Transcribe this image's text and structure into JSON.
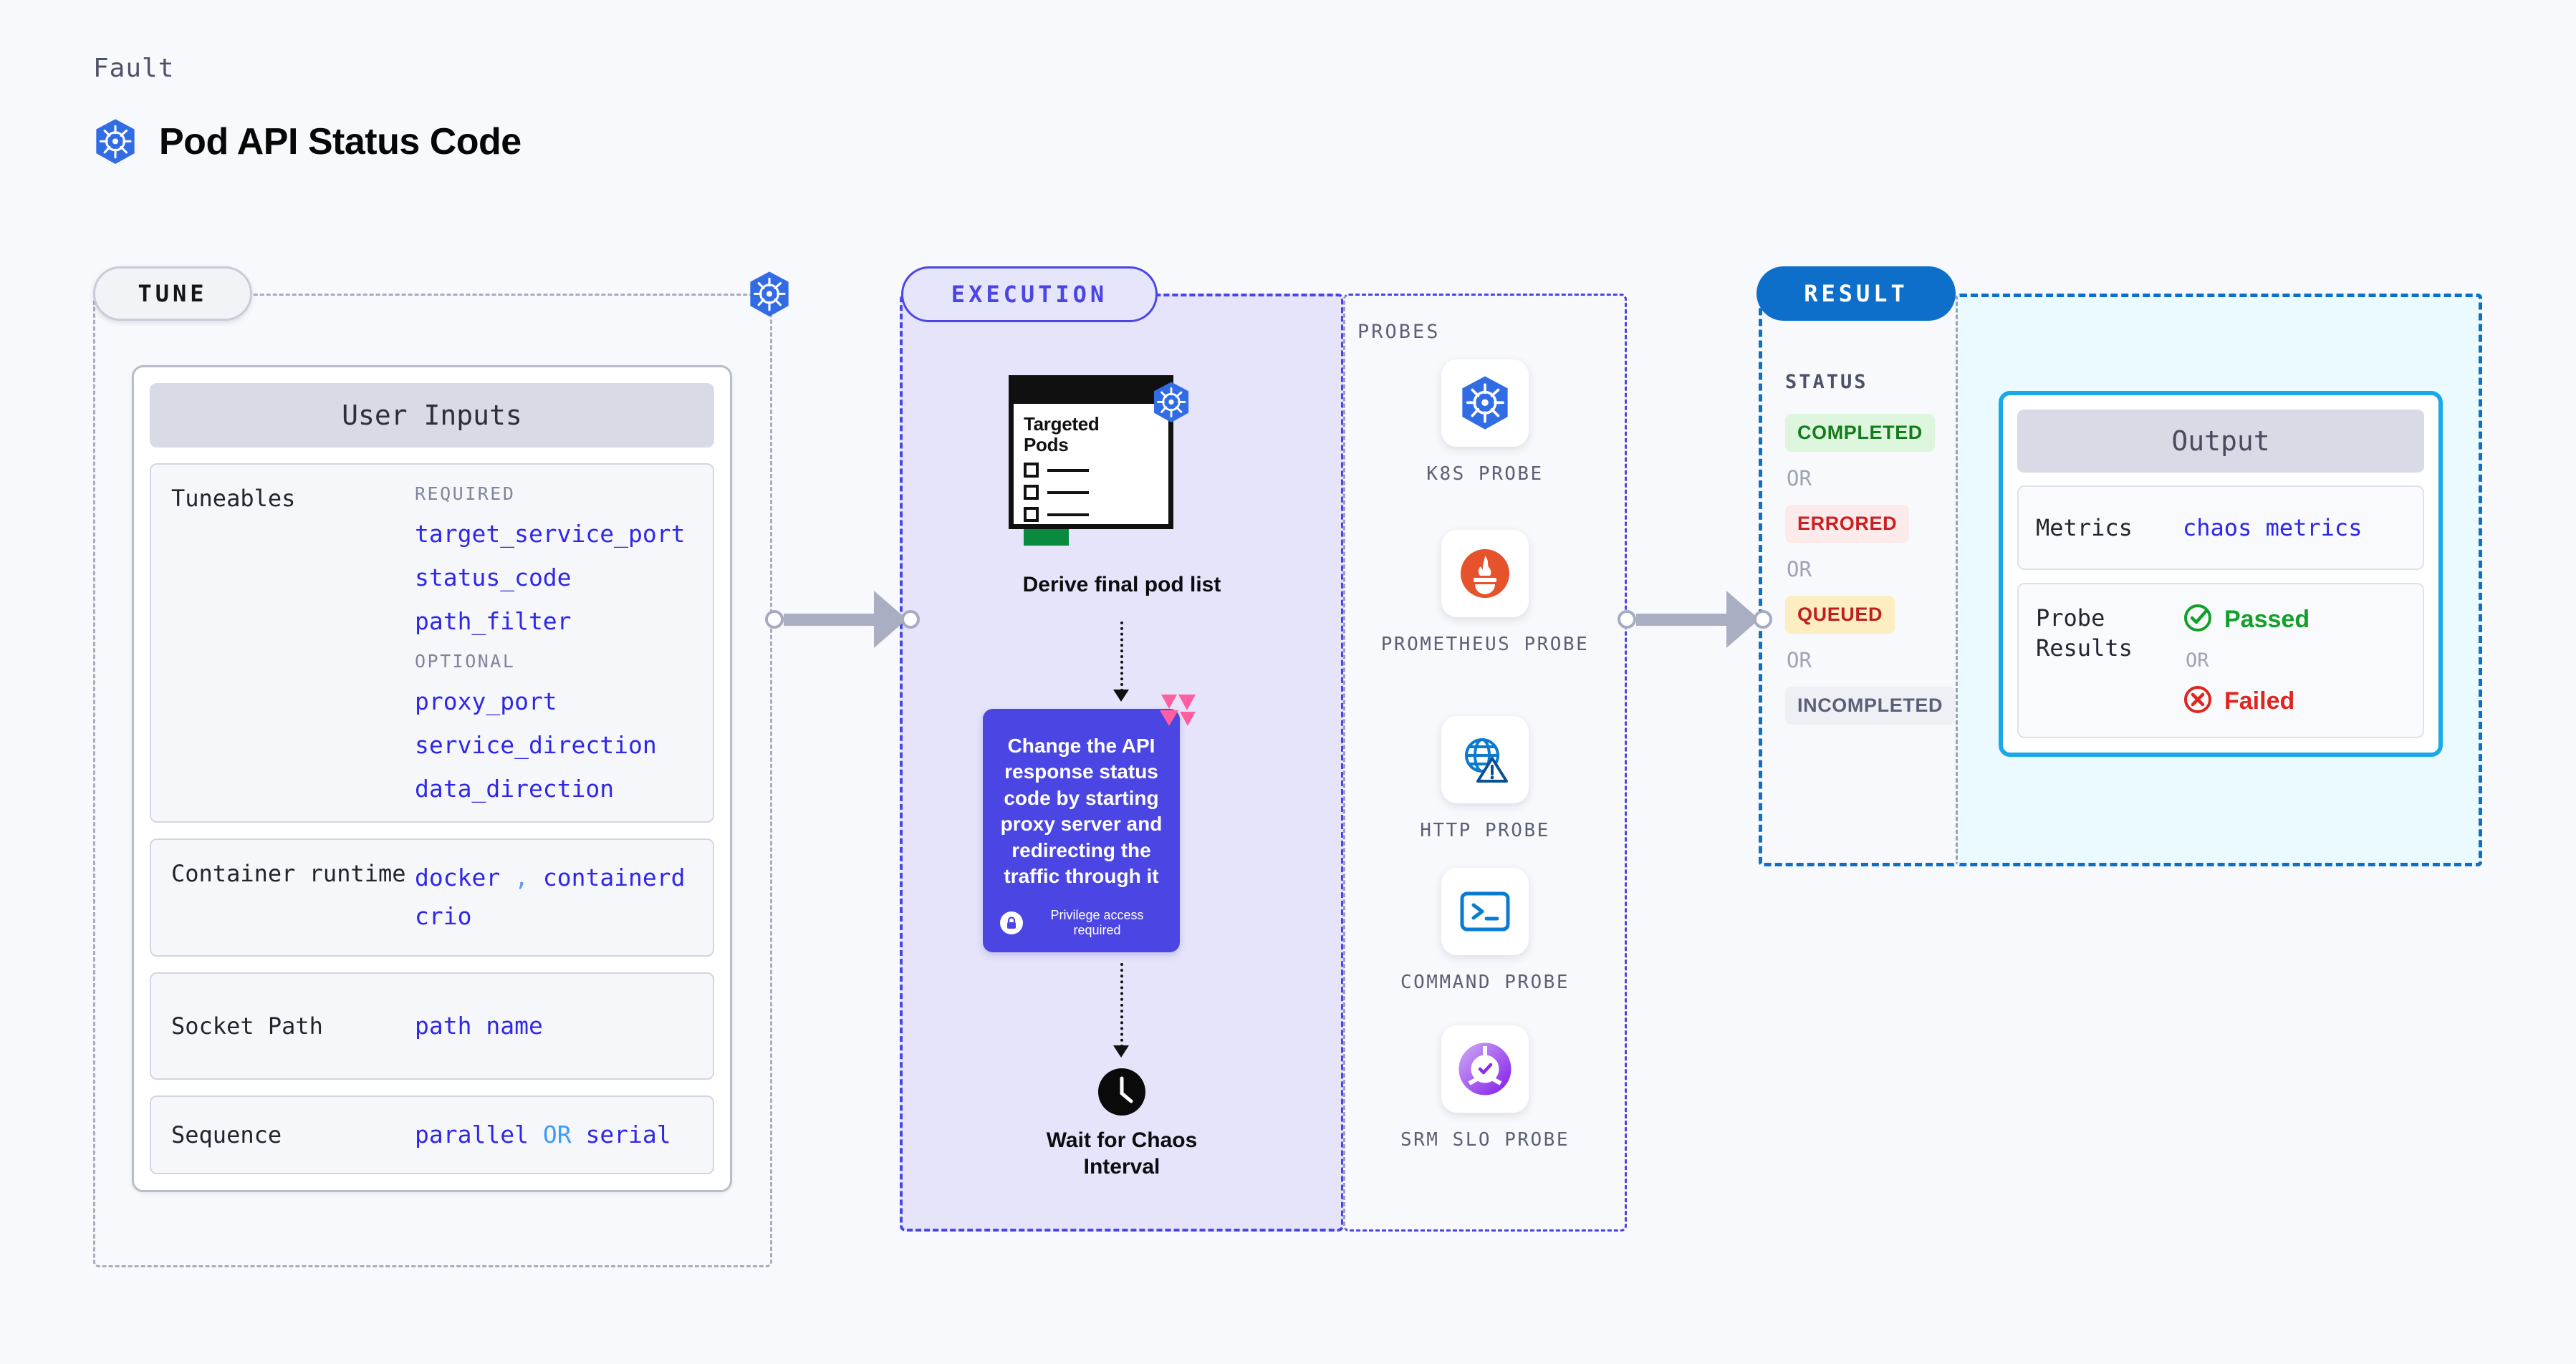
{
  "header": {
    "eyebrow": "Fault",
    "title": "Pod API Status Code",
    "icon": "kubernetes-icon"
  },
  "stages": {
    "tune": "TUNE",
    "execution": "EXECUTION",
    "result": "RESULT"
  },
  "tune": {
    "card_title": "User Inputs",
    "tuneables": {
      "key": "Tuneables",
      "required_label": "REQUIRED",
      "required": [
        "target_service_port",
        "status_code",
        "path_filter"
      ],
      "optional_label": "OPTIONAL",
      "optional": [
        "proxy_port",
        "service_direction",
        "data_direction"
      ]
    },
    "container_runtime": {
      "key": "Container runtime",
      "values": [
        "docker",
        "containerd",
        "crio"
      ],
      "separator": ","
    },
    "socket_path": {
      "key": "Socket Path",
      "value": "path name"
    },
    "sequence": {
      "key": "Sequence",
      "value_a": "parallel",
      "or": "OR",
      "value_b": "serial"
    }
  },
  "execution": {
    "pods_card": {
      "title_line1": "Targeted",
      "title_line2": "Pods",
      "icon": "kubernetes-icon"
    },
    "derive_caption": "Derive final pod list",
    "action_card": {
      "text": "Change the API response status code by starting proxy server and redirecting the traffic through it",
      "privilege": "Privilege access required",
      "lock_icon": "lock-icon",
      "ribbon_icon": "chaos-ribbon-icon"
    },
    "wait_caption_line1": "Wait for Chaos",
    "wait_caption_line2": "Interval",
    "clock_icon": "clock-icon"
  },
  "probes": {
    "label": "PROBES",
    "items": [
      {
        "name": "K8S PROBE",
        "icon": "kubernetes-icon"
      },
      {
        "name": "PROMETHEUS PROBE",
        "icon": "prometheus-icon"
      },
      {
        "name": "HTTP PROBE",
        "icon": "http-globe-warning-icon"
      },
      {
        "name": "COMMAND PROBE",
        "icon": "terminal-icon"
      },
      {
        "name": "SRM SLO PROBE",
        "icon": "srm-slo-donut-check-icon"
      }
    ]
  },
  "result": {
    "status_label": "STATUS",
    "or": "OR",
    "statuses": [
      {
        "label": "COMPLETED",
        "style": "st-completed"
      },
      {
        "label": "ERRORED",
        "style": "st-errored"
      },
      {
        "label": "QUEUED",
        "style": "st-queued"
      },
      {
        "label": "INCOMPLETED",
        "style": "st-incomplete"
      }
    ]
  },
  "output": {
    "card_title": "Output",
    "metrics": {
      "key": "Metrics",
      "value": "chaos metrics"
    },
    "probe_results": {
      "key": "Probe Results",
      "passed": "Passed",
      "or": "OR",
      "failed": "Failed",
      "passed_icon": "check-circle-icon",
      "failed_icon": "x-circle-icon"
    }
  },
  "colors": {
    "accent_purple": "#4b45e4",
    "accent_blue": "#0d6fca",
    "cyan": "#1aa9e8",
    "k8s_blue": "#326ce5",
    "green": "#12a028",
    "red": "#e0241e",
    "pink": "#ff5ea0"
  }
}
